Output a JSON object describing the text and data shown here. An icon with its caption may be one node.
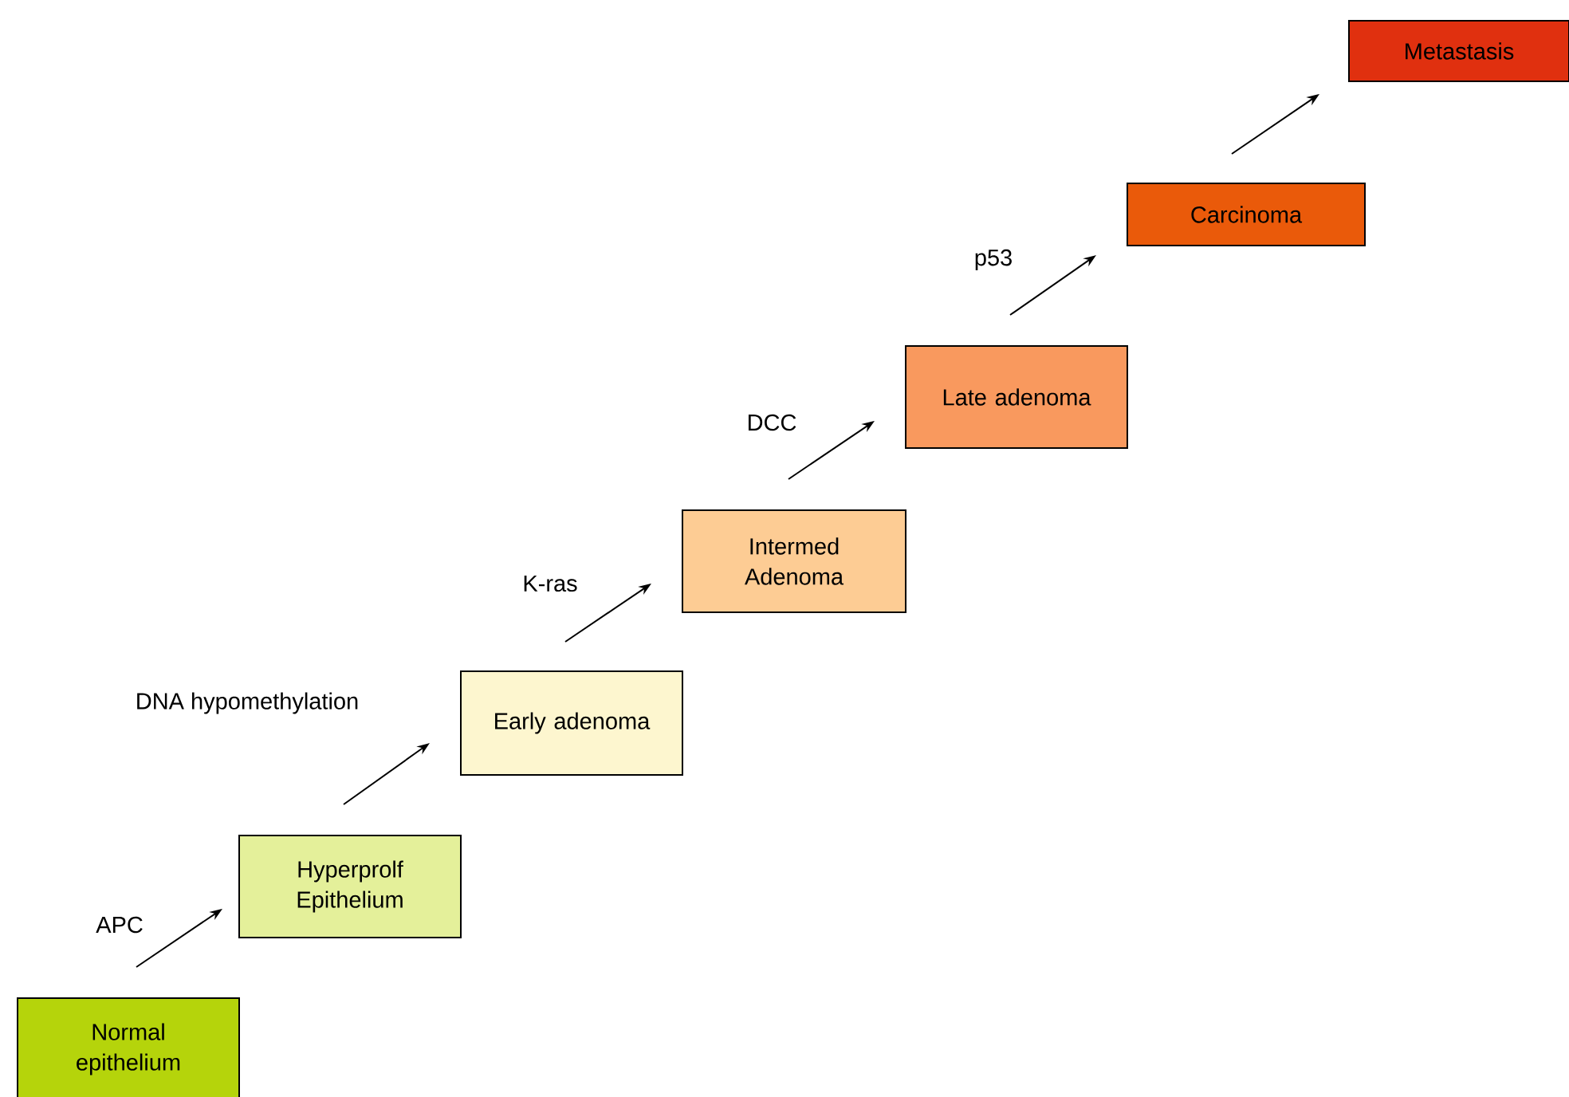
{
  "diagram": {
    "nodes": [
      {
        "text": [
          "Normal epithelium"
        ]
      },
      {
        "text": [
          "Hyperprolf Epithelium"
        ]
      },
      {
        "text": [
          "Early adenoma"
        ]
      },
      {
        "text": [
          "Intermed Adenoma"
        ]
      },
      {
        "text": [
          "Late adenoma"
        ]
      },
      {
        "text": [
          "Carcinoma"
        ]
      },
      {
        "text": [
          "Metastasis"
        ]
      }
    ],
    "edges": [
      {
        "from": 0,
        "to": 1,
        "arrow": "to",
        "label": "APC"
      },
      {
        "from": 1,
        "to": 2,
        "arrow": "to",
        "label": "DNA hypomethylation"
      },
      {
        "from": 2,
        "to": 3,
        "arrow": "to",
        "label": "K-ras"
      },
      {
        "from": 3,
        "to": 4,
        "arrow": "to",
        "label": "DCC"
      },
      {
        "from": 4,
        "to": 5,
        "arrow": "to",
        "label": "p53"
      },
      {
        "from": 5,
        "to": 6,
        "arrow": "to"
      }
    ]
  }
}
